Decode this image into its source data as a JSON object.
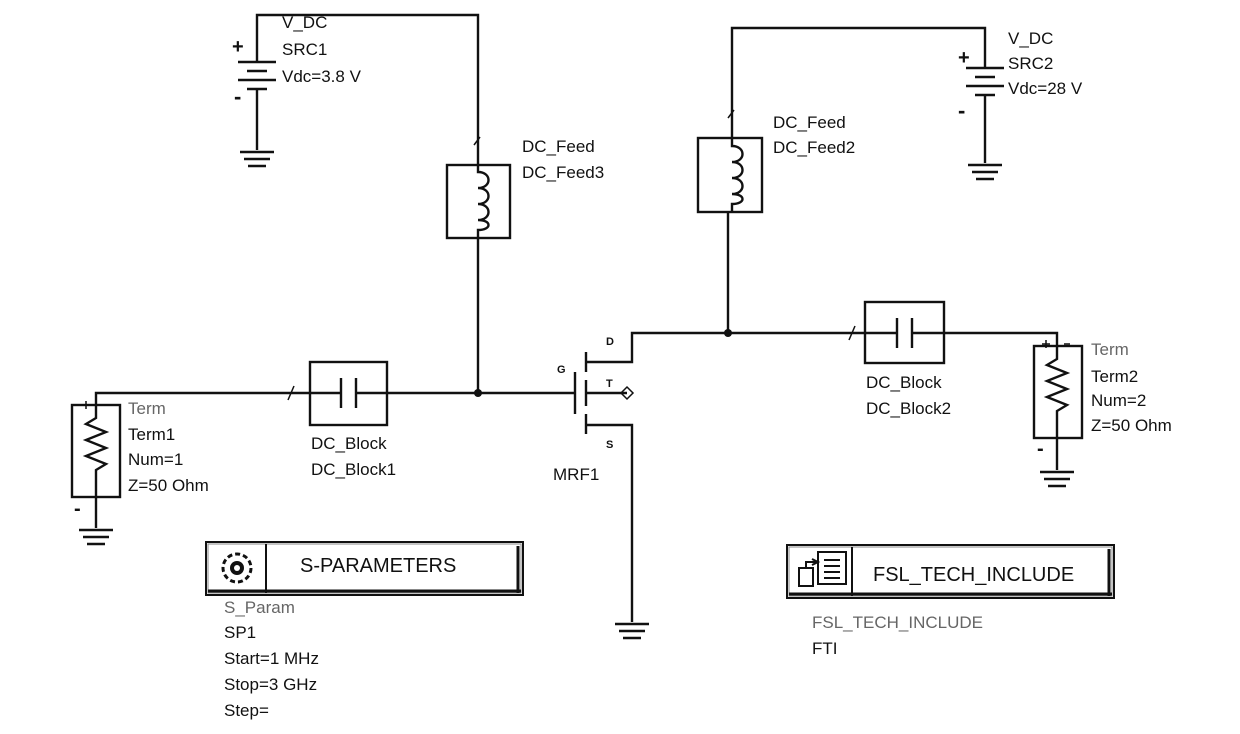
{
  "components": {
    "src1": {
      "type": "V_DC",
      "name": "SRC1",
      "value": "Vdc=3.8 V",
      "plus": "+",
      "minus": "-"
    },
    "src2": {
      "type": "V_DC",
      "name": "SRC2",
      "value": "Vdc=28 V",
      "plus": "+",
      "minus": "-"
    },
    "feed3": {
      "type": "DC_Feed",
      "name": "DC_Feed3"
    },
    "feed2": {
      "type": "DC_Feed",
      "name": "DC_Feed2"
    },
    "block1": {
      "type": "DC_Block",
      "name": "DC_Block1"
    },
    "block2": {
      "type": "DC_Block",
      "name": "DC_Block2"
    },
    "term1": {
      "type": "Term",
      "name": "Term1",
      "num": "Num=1",
      "z": "Z=50 Ohm"
    },
    "term2": {
      "type": "Term",
      "name": "Term2",
      "num": "Num=2",
      "z": "Z=50 Ohm"
    },
    "mrf1": {
      "name": "MRF1",
      "pin_d": "D",
      "pin_g": "G",
      "pin_t": "T",
      "pin_s": "S"
    }
  },
  "controllers": {
    "sparam": {
      "title": "S-PARAMETERS",
      "type": "S_Param",
      "name": "SP1",
      "start": "Start=1 MHz",
      "stop": "Stop=3 GHz",
      "step": "Step="
    },
    "fti": {
      "title": "FSL_TECH_INCLUDE",
      "type": "FSL_TECH_INCLUDE",
      "name": "FTI"
    }
  }
}
